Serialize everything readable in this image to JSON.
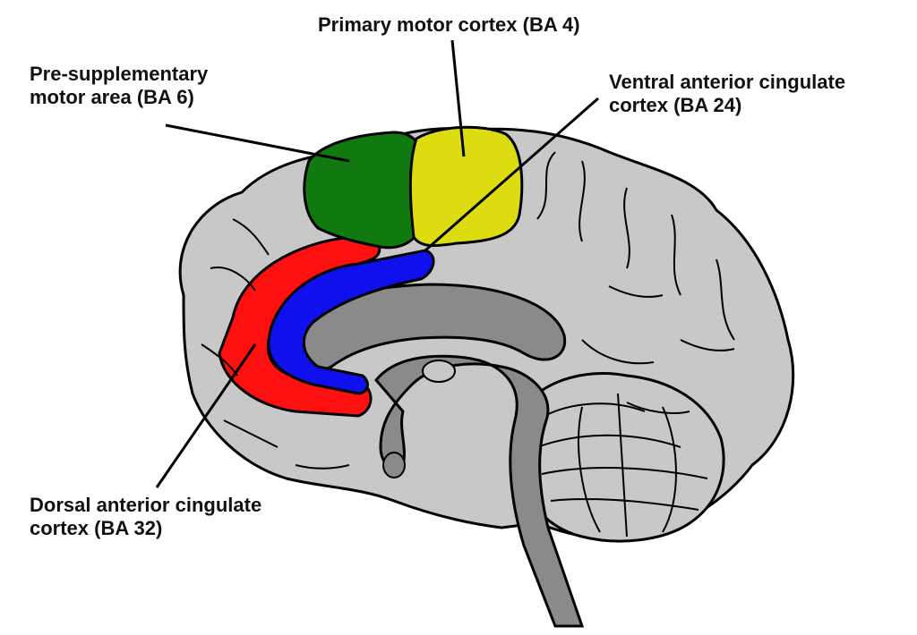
{
  "labels": {
    "primary_motor": "Primary motor cortex (BA 4)",
    "pre_sma": [
      "Pre-supplementary",
      "motor area (BA 6)"
    ],
    "ventral_acc": [
      "Ventral anterior cingulate",
      "cortex (BA 24)"
    ],
    "dorsal_acc": [
      "Dorsal anterior cingulate",
      "cortex (BA 32)"
    ]
  },
  "colors": {
    "cortex": "#c8c8c8",
    "deep_structures": "#8a8a8a",
    "outline": "#000000",
    "pre_sma_region": "#107a10",
    "primary_motor_region": "#dcdc10",
    "dorsal_acc_region": "#ff1010",
    "ventral_acc_region": "#1010ee"
  }
}
